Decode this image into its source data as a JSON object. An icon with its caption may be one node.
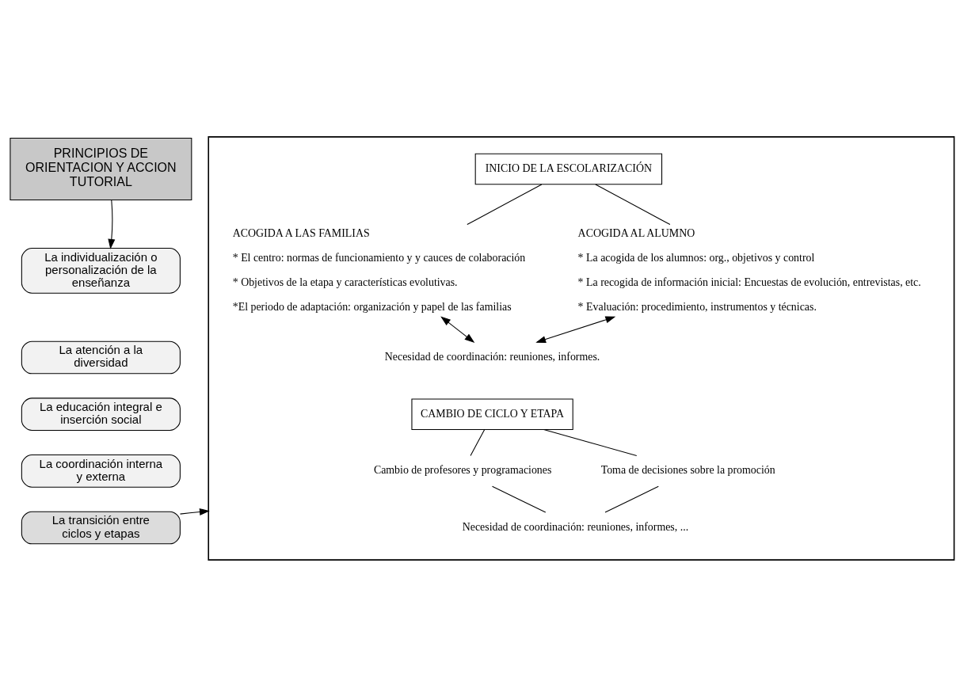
{
  "diagram": {
    "nodes": [
      {
        "text": [
          "PRINCIPIOS DE ORIENTACION Y ACCION TUTORIAL"
        ]
      },
      {
        "text": [
          "La individualización o personalización de la enseñanza"
        ]
      },
      {
        "text": [
          "La atención a la diversidad"
        ]
      },
      {
        "text": [
          "La educación integral e inserción social"
        ]
      },
      {
        "text": [
          "La coordinación interna y externa"
        ]
      },
      {
        "text": [
          "La transición entre ciclos y etapas"
        ]
      },
      {
        "text": [],
        "shape": "box"
      },
      {
        "text": [
          "INICIO DE LA ESCOLARIZACIÓN"
        ],
        "in": 6
      },
      {
        "text": [
          "ACOGIDA A LAS FAMILIAS",
          "* El centro: normas de funcionamiento y y cauces de colaboración",
          "* Objetivos de la etapa y características evolutivas.",
          "*El periodo de adaptación: organización y papel de las familias"
        ],
        "in": 6
      },
      {
        "text": [
          "ACOGIDA AL ALUMNO",
          "* La acogida de los alumnos: org., objetivos y control",
          "* La recogida de información inicial: Encuestas de evolución, entrevistas, etc.",
          "* Evaluación: procedimiento, instrumentos y técnicas."
        ],
        "in": 6
      },
      {
        "text": [
          "Necesidad de coordinación: reuniones, informes."
        ],
        "in": 6
      },
      {
        "text": [
          "CAMBIO DE CICLO Y ETAPA"
        ],
        "in": 6
      },
      {
        "text": [
          "Cambio de profesores y programaciones"
        ],
        "in": 6
      },
      {
        "text": [
          "Toma de decisiones sobre la promoción"
        ],
        "in": 6
      },
      {
        "text": [
          "Necesidad de coordinación: reuniones, informes, ..."
        ],
        "in": 6
      }
    ],
    "edges": [
      {
        "from": 0,
        "to": 1,
        "arrow": "to"
      },
      {
        "from": 7,
        "to": 8,
        "arrow": "none"
      },
      {
        "from": 7,
        "to": 9,
        "arrow": "none"
      },
      {
        "from": 8,
        "to": 10,
        "arrow": "both"
      },
      {
        "from": 9,
        "to": 10,
        "arrow": "both"
      },
      {
        "from": 11,
        "to": 12,
        "arrow": "none"
      },
      {
        "from": 11,
        "to": 13,
        "arrow": "none"
      },
      {
        "from": 12,
        "to": 14,
        "arrow": "none"
      },
      {
        "from": 13,
        "to": 14,
        "arrow": "none"
      },
      {
        "from": 5,
        "to": 6,
        "arrow": "to"
      }
    ]
  }
}
